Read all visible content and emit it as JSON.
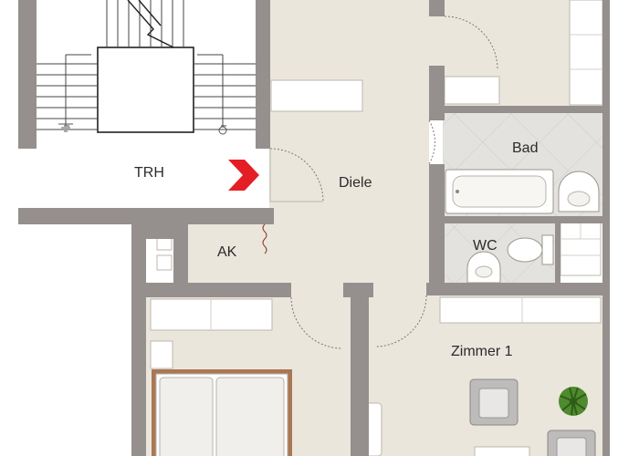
{
  "floorplan": {
    "rooms": [
      {
        "id": "trh",
        "label": "TRH"
      },
      {
        "id": "diele",
        "label": "Diele"
      },
      {
        "id": "bad",
        "label": "Bad"
      },
      {
        "id": "wc",
        "label": "WC"
      },
      {
        "id": "ak",
        "label": "AK"
      },
      {
        "id": "zimmer1",
        "label": "Zimmer 1"
      }
    ],
    "entrance_marker": {
      "icon": "entrance-arrow-icon",
      "color": "#e41e25"
    },
    "colors": {
      "wall": "#958f8d",
      "floor": "#ebe6dc",
      "tile": "#e2e1dd",
      "furniture": "#fbfaf8",
      "wood": "#a97753"
    }
  }
}
